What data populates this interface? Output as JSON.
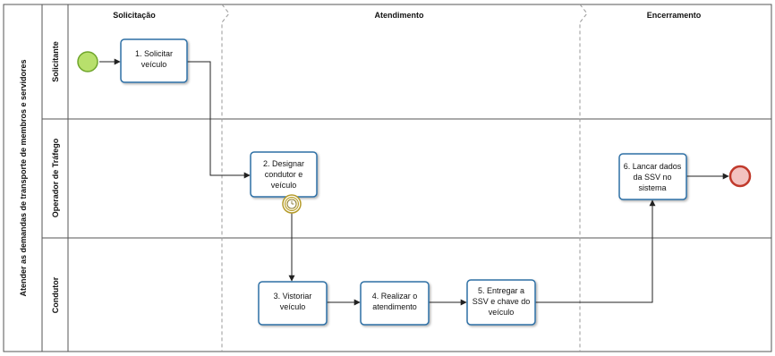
{
  "pool": {
    "name": "Atender as demandas de transporte de membros e servidores"
  },
  "phases": [
    {
      "label": "Solicitação"
    },
    {
      "label": "Atendimento"
    },
    {
      "label": "Encerramento"
    }
  ],
  "lanes": [
    {
      "label": "Solicitante"
    },
    {
      "label": "Operador de Tráfego"
    },
    {
      "label": "Condutor"
    }
  ],
  "tasks": [
    {
      "id": "t1",
      "lines": [
        "1. Solicitar",
        "veículo"
      ]
    },
    {
      "id": "t2",
      "lines": [
        "2. Designar",
        "condutor e",
        "veículo"
      ]
    },
    {
      "id": "t3",
      "lines": [
        "3. Vistoriar",
        "veículo"
      ]
    },
    {
      "id": "t4",
      "lines": [
        "4. Realizar o",
        "atendimento"
      ]
    },
    {
      "id": "t5",
      "lines": [
        "5. Entregar a",
        "SSV e chave do",
        "veículo"
      ]
    },
    {
      "id": "t6",
      "lines": [
        "6. Lancar dados",
        "da SSV no",
        "sistema"
      ]
    }
  ],
  "events": {
    "start": {
      "type": "start",
      "color": "#8bc34a"
    },
    "timer": {
      "type": "intermediate-timer",
      "color": "#d6c26a"
    },
    "end": {
      "type": "end",
      "color": "#d9534f"
    }
  },
  "colors": {
    "task_border": "#2f6fa5",
    "task_fill": "#ffffff",
    "lines": "#333333"
  }
}
